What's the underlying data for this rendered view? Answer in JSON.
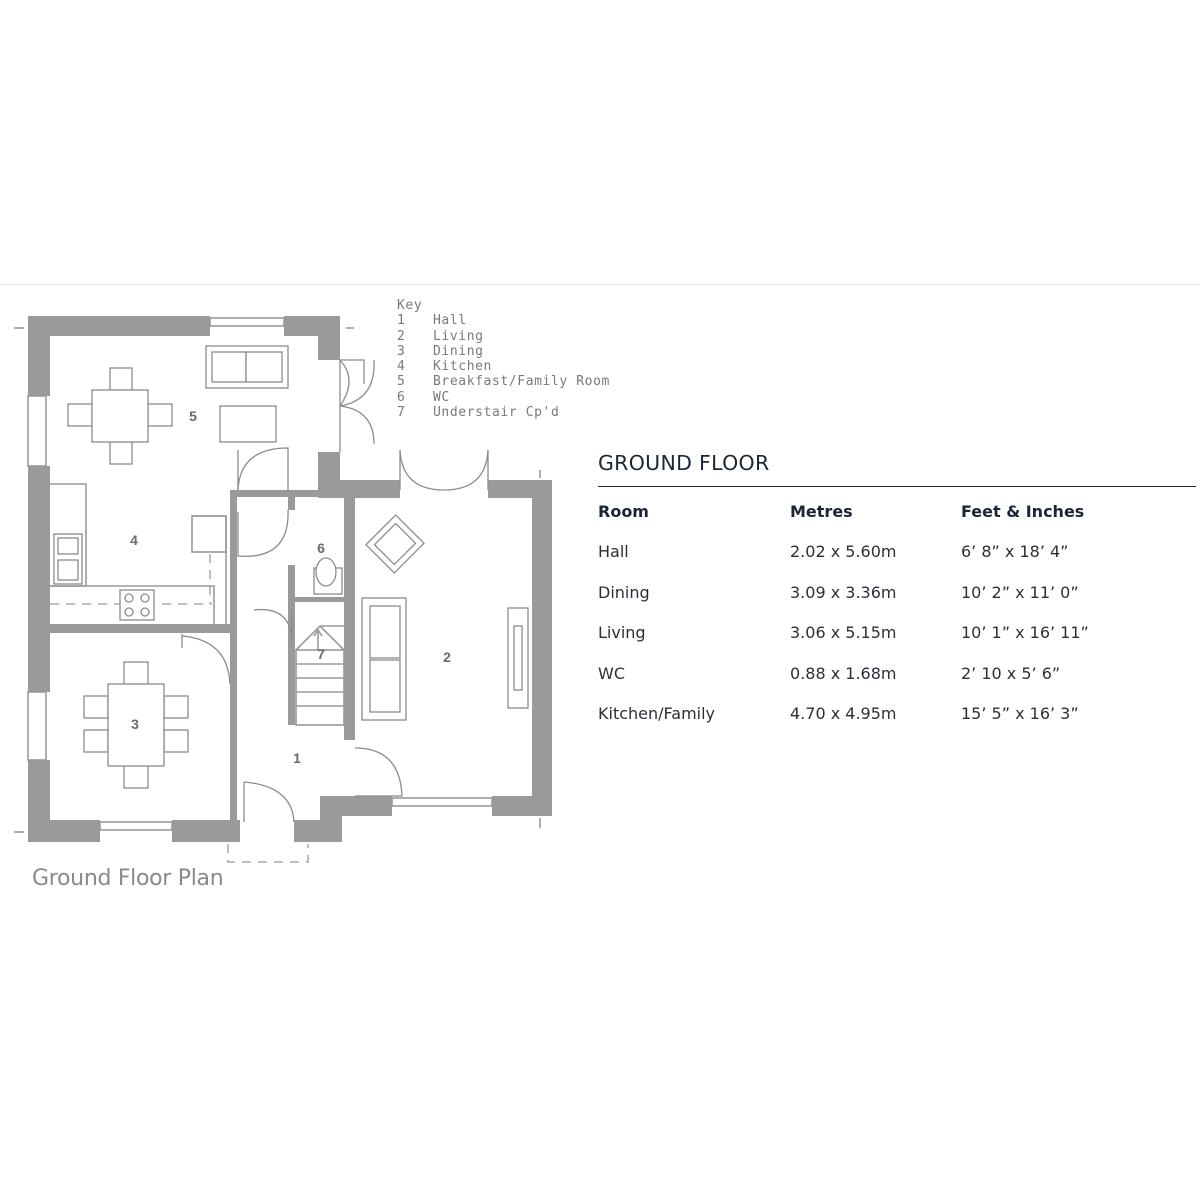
{
  "plan": {
    "caption": "Ground Floor Plan",
    "key": {
      "heading": "Key",
      "items": [
        {
          "num": "1",
          "name": "Hall"
        },
        {
          "num": "2",
          "name": "Living"
        },
        {
          "num": "3",
          "name": "Dining"
        },
        {
          "num": "4",
          "name": "Kitchen"
        },
        {
          "num": "5",
          "name": "Breakfast/Family Room"
        },
        {
          "num": "6",
          "name": "WC"
        },
        {
          "num": "7",
          "name": "Understair Cp'd"
        }
      ]
    },
    "room_labels": [
      "1",
      "2",
      "3",
      "4",
      "5",
      "6",
      "7"
    ]
  },
  "dimensions": {
    "title": "GROUND FLOOR",
    "headers": {
      "room": "Room",
      "metres": "Metres",
      "feet": "Feet & Inches"
    },
    "rows": [
      {
        "room": "Hall",
        "metres": "2.02 x 5.60m",
        "feet": "6’ 8” x 18’ 4”"
      },
      {
        "room": "Dining",
        "metres": "3.09 x 3.36m",
        "feet": "10’ 2” x 11’ 0”"
      },
      {
        "room": "Living",
        "metres": "3.06 x 5.15m",
        "feet": "10’ 1” x 16’ 11”"
      },
      {
        "room": "WC",
        "metres": "0.88 x 1.68m",
        "feet": "2’ 10 x 5’ 6”"
      },
      {
        "room": "Kitchen/Family",
        "metres": "4.70 x 4.95m",
        "feet": "15’ 5” x 16’ 3”"
      }
    ]
  },
  "colors": {
    "wall": "#9a9a9a",
    "text_dark": "#1d2433",
    "text_grey": "#7a7a7a"
  }
}
